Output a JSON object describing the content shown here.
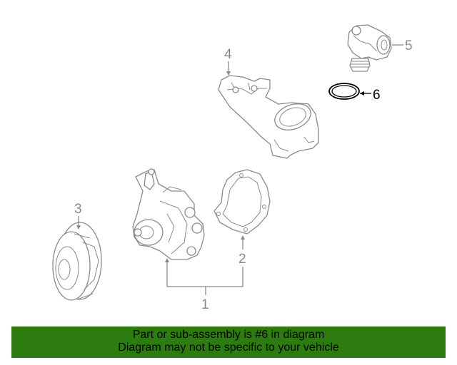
{
  "diagram": {
    "callouts": {
      "c1": "1",
      "c2": "2",
      "c3": "3",
      "c4": "4",
      "c5": "5",
      "c6": "6"
    },
    "highlighted_part": "6",
    "highlight_color": "#000000",
    "line_color": "#8a8a8a"
  },
  "banner": {
    "line1": "Part or sub-assembly is #6 in diagram",
    "line2": "Diagram may not be specific to your vehicle",
    "background": "#2d7c10"
  }
}
